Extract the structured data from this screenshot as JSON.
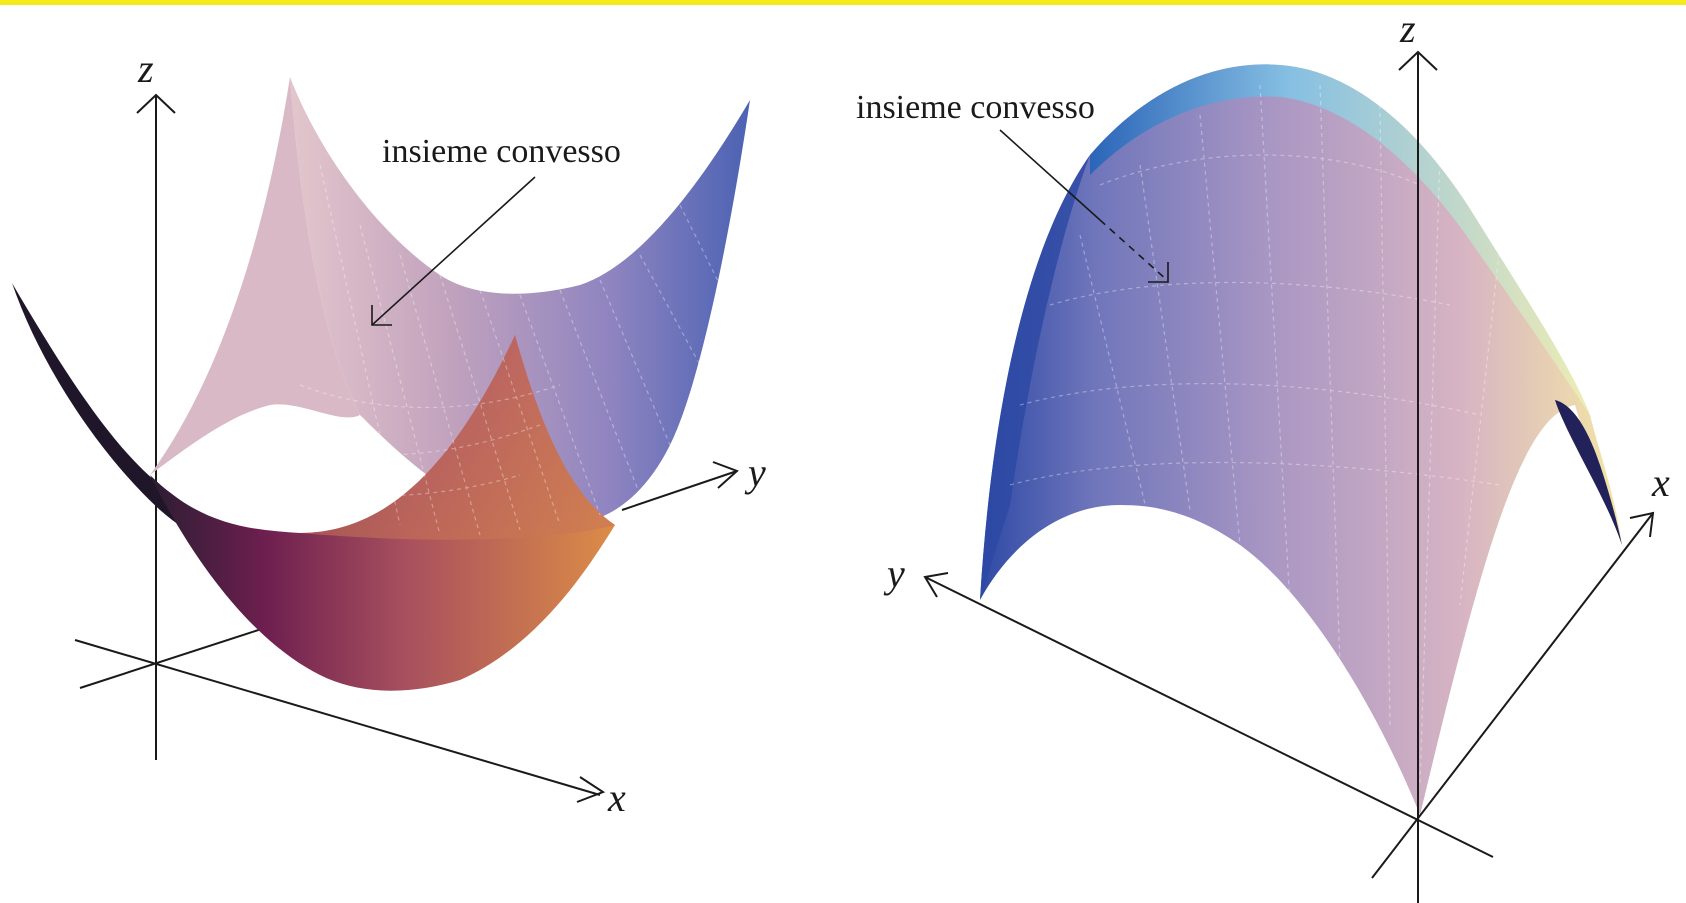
{
  "colors": {
    "frame_top": "#f5ea1a",
    "bowl_back": [
      "#ddbfc8",
      "#b79bbd",
      "#8f86c2",
      "#5668b6"
    ],
    "bowl_front": [
      "#2a1f3a",
      "#7a1e52",
      "#b0585f",
      "#d4844a"
    ],
    "dome": [
      "#3e55ad",
      "#8a86c0",
      "#bba3c4",
      "#e3c3c8",
      "#f2e3a6"
    ]
  },
  "left_figure": {
    "axes": {
      "z": "z",
      "y": "y",
      "x": "x"
    },
    "annotation": "insieme convesso"
  },
  "right_figure": {
    "axes": {
      "z": "z",
      "y": "y",
      "x": "x"
    },
    "annotation": "insieme convesso"
  }
}
